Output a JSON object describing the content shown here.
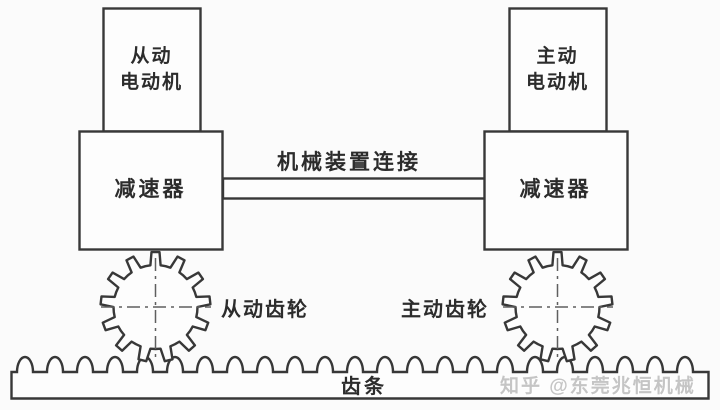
{
  "diagram": {
    "nodes": {
      "driven_motor": {
        "line1": "从动",
        "line2": "电动机"
      },
      "drive_motor": {
        "line1": "主动",
        "line2": "电动机"
      },
      "left_reducer": {
        "label": "减速器"
      },
      "right_reducer": {
        "label": "减速器"
      },
      "connection": {
        "label": "机械装置连接"
      },
      "driven_gear": {
        "label": "从动齿轮",
        "teeth": 13
      },
      "drive_gear": {
        "label": "主动齿轮",
        "teeth": 13
      },
      "rack": {
        "label": "齿条",
        "teeth": 23
      }
    },
    "watermark": {
      "text": "知乎 @东莞兆恒机械"
    },
    "colors": {
      "line": "#383838",
      "fill": "#fdfdfd",
      "text": "#2c2c2c",
      "centerline": "#5f5f5f",
      "watermark": "#c5c5c5",
      "background": "#fbfbfb"
    }
  }
}
